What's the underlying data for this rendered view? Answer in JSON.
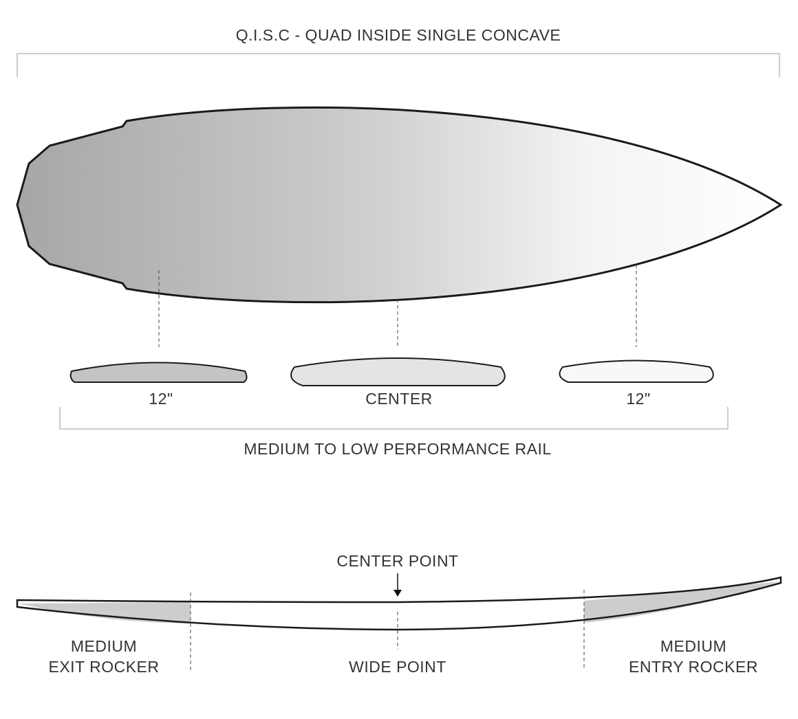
{
  "title": "Q.I.S.C - QUAD INSIDE SINGLE CONCAVE",
  "rails": {
    "left_label": "12\"",
    "center_label": "CENTER",
    "right_label": "12\"",
    "caption": "MEDIUM TO LOW PERFORMANCE RAIL"
  },
  "rocker": {
    "center_point": "CENTER POINT",
    "wide_point": "WIDE POINT",
    "exit_line1": "MEDIUM",
    "exit_line2": "EXIT ROCKER",
    "entry_line1": "MEDIUM",
    "entry_line2": "ENTRY ROCKER"
  },
  "colors": {
    "outline": "#1a1a1a",
    "fill_dark": "#a9a9a9",
    "fill_light": "#ffffff"
  }
}
